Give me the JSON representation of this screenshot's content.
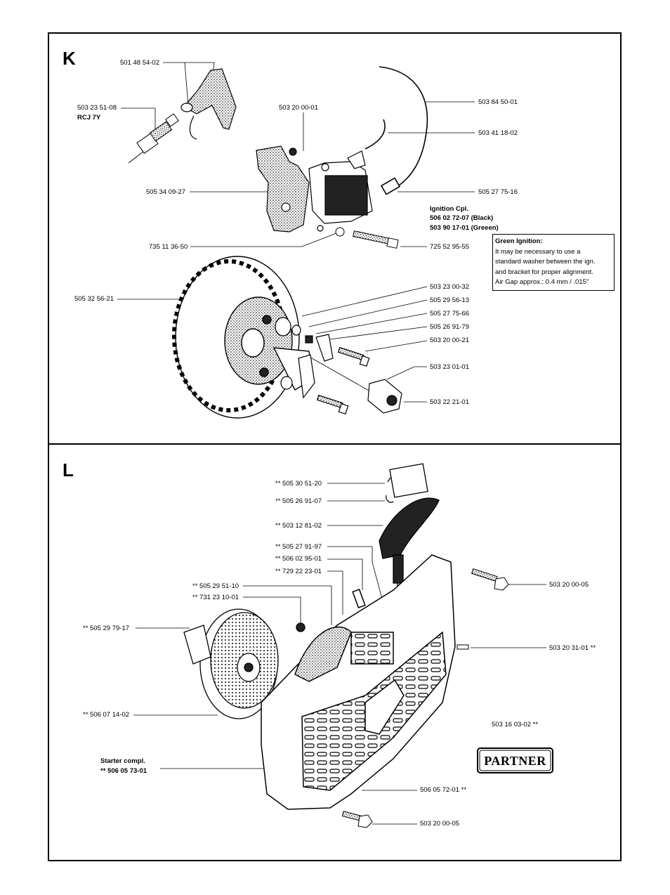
{
  "sections": {
    "k": "K",
    "l": "L"
  },
  "k_labels": {
    "p501485402": "501 48 54-02",
    "p503235108": "503 23 51-08",
    "rcj7y": "RCJ 7Y",
    "p503200001": "503 20 00-01",
    "p503845001": "503 84 50-01",
    "p503411802": "503 41 18-02",
    "p505340927": "505 34 09-27",
    "p505277516": "505 27 75-16",
    "ign_title": "Ignition Cpl.",
    "ign_black": "506 02 72-07 (Black)",
    "ign_green": "503 90 17-01 (Greeen)",
    "p735113650": "735 11 36-50",
    "p725529555": "725 52 95-55",
    "p505325621": "505 32 56-21",
    "p503230032": "503 23 00-32",
    "p505295613": "505 29 56-13",
    "p505277566": "505 27 75-66",
    "p505269179": "505 26 91-79",
    "p503200021": "503 20 00-21",
    "p503230101": "503 23 01-01",
    "p503222101": "503 22 21-01"
  },
  "green_note": {
    "title": "Green Ignition:",
    "line1": "It may be necessary to use a",
    "line2": "standard washer between the ign.",
    "line3": "and bracket for proper alignment.",
    "line4": "Air Gap approx.: 0.4 mm / .015\""
  },
  "l_labels": {
    "p505305120": "** 505 30 51-20",
    "p505269107": "** 505 26 91-07",
    "p503128102": "** 503 12 81-02",
    "p505279197": "** 505 27 91-97",
    "p506029501": "** 506 02 95-01",
    "p729222301": "** 729 22 23-01",
    "p505295110": "** 505 29 51-10",
    "p731231001": "** 731 23 10-01",
    "p505297917": "** 505 29 79-17",
    "p506071402": "** 506 07 14-02",
    "starter_title": "Starter  compl.",
    "starter_num": "** 506 05 73-01",
    "p503200005a": "503 20 00-05",
    "p503203101": "503 20 31-01 **",
    "p503160302": "503 16 03-02 **",
    "p506057201": "506 05 72-01 **",
    "p503200005b": "503 20 00-05"
  },
  "logo_text": "PARTNER"
}
